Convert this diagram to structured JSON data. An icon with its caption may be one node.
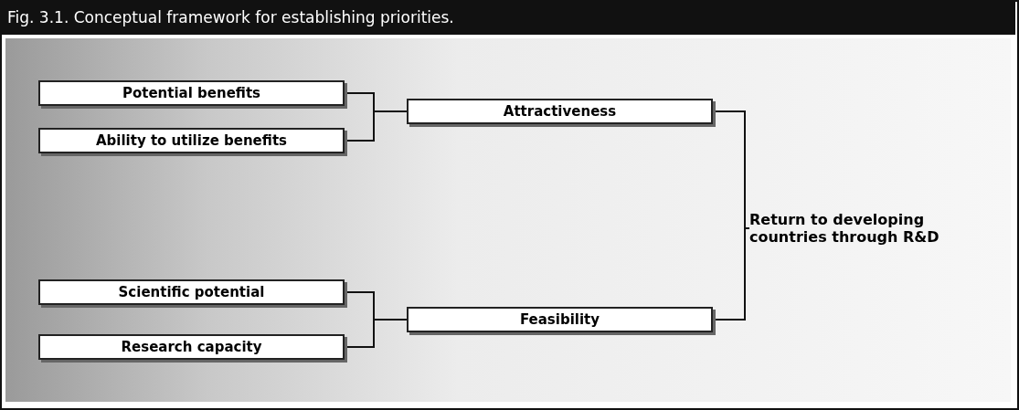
{
  "diagram": {
    "title": "Fig. 3.1. Conceptual framework for establishing priorities.",
    "nodes": [
      {
        "text": [
          "Potential benefits"
        ]
      },
      {
        "text": [
          "Ability to utilize benefits"
        ]
      },
      {
        "text": [
          "Attractiveness"
        ]
      },
      {
        "text": [
          "Scientific potential"
        ]
      },
      {
        "text": [
          "Research capacity"
        ]
      },
      {
        "text": [
          "Feasibility"
        ]
      },
      {
        "text": [
          "Return to developing countries through R&D"
        ]
      }
    ],
    "edges": [
      {
        "from": 0,
        "to": 2,
        "arrow": "none"
      },
      {
        "from": 1,
        "to": 2,
        "arrow": "none"
      },
      {
        "from": 3,
        "to": 5,
        "arrow": "none"
      },
      {
        "from": 4,
        "to": 5,
        "arrow": "none"
      },
      {
        "from": 2,
        "to": 6,
        "arrow": "none"
      },
      {
        "from": 5,
        "to": 6,
        "arrow": "none"
      }
    ]
  }
}
